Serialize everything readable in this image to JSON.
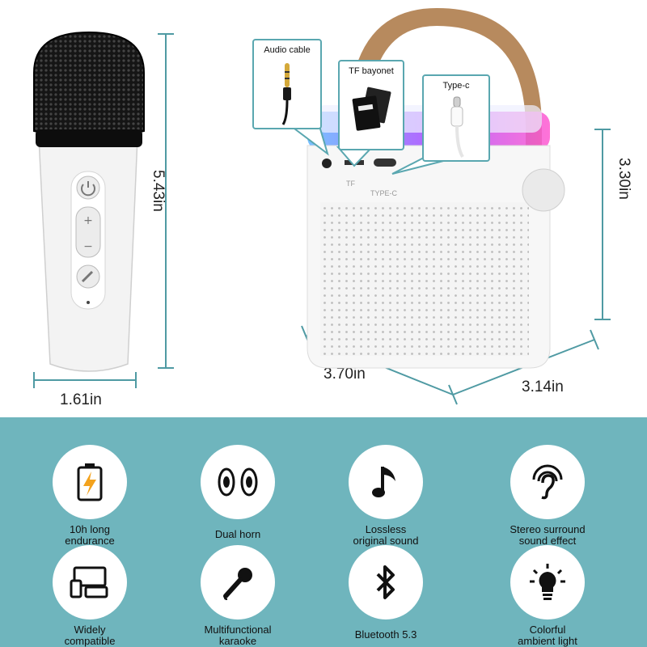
{
  "dimensions": {
    "mic_height": "5.43in",
    "mic_width": "1.61in",
    "speaker_width": "3.70in",
    "speaker_depth": "3.14in",
    "speaker_height": "3.30in"
  },
  "callouts": {
    "audio_cable": "Audio cable",
    "tf_bayonet": "TF bayonet",
    "type_c": "Type-c"
  },
  "port_labels": {
    "tf": "TF",
    "typec": "TYPE-C"
  },
  "features": [
    {
      "line1": "10h long",
      "line2": "endurance",
      "icon": "battery-charging-icon"
    },
    {
      "line1": "Dual horn",
      "line2": "",
      "icon": "dual-speaker-icon"
    },
    {
      "line1": "Lossless",
      "line2": "original sound",
      "icon": "music-note-icon"
    },
    {
      "line1": "Stereo surround",
      "line2": "sound effect",
      "icon": "ear-sound-icon"
    },
    {
      "line1": "Widely",
      "line2": "compatible",
      "icon": "devices-icon"
    },
    {
      "line1": "Multifunctional",
      "line2": "karaoke",
      "icon": "microphone-icon"
    },
    {
      "line1": "Bluetooth 5.3",
      "line2": "",
      "icon": "bluetooth-icon"
    },
    {
      "line1": "Colorful",
      "line2": "ambient light",
      "icon": "light-bulb-icon"
    }
  ],
  "colors": {
    "banner": "#6fb5bd",
    "callout_border": "#5aa7b0",
    "strap": "#b78a5e"
  }
}
